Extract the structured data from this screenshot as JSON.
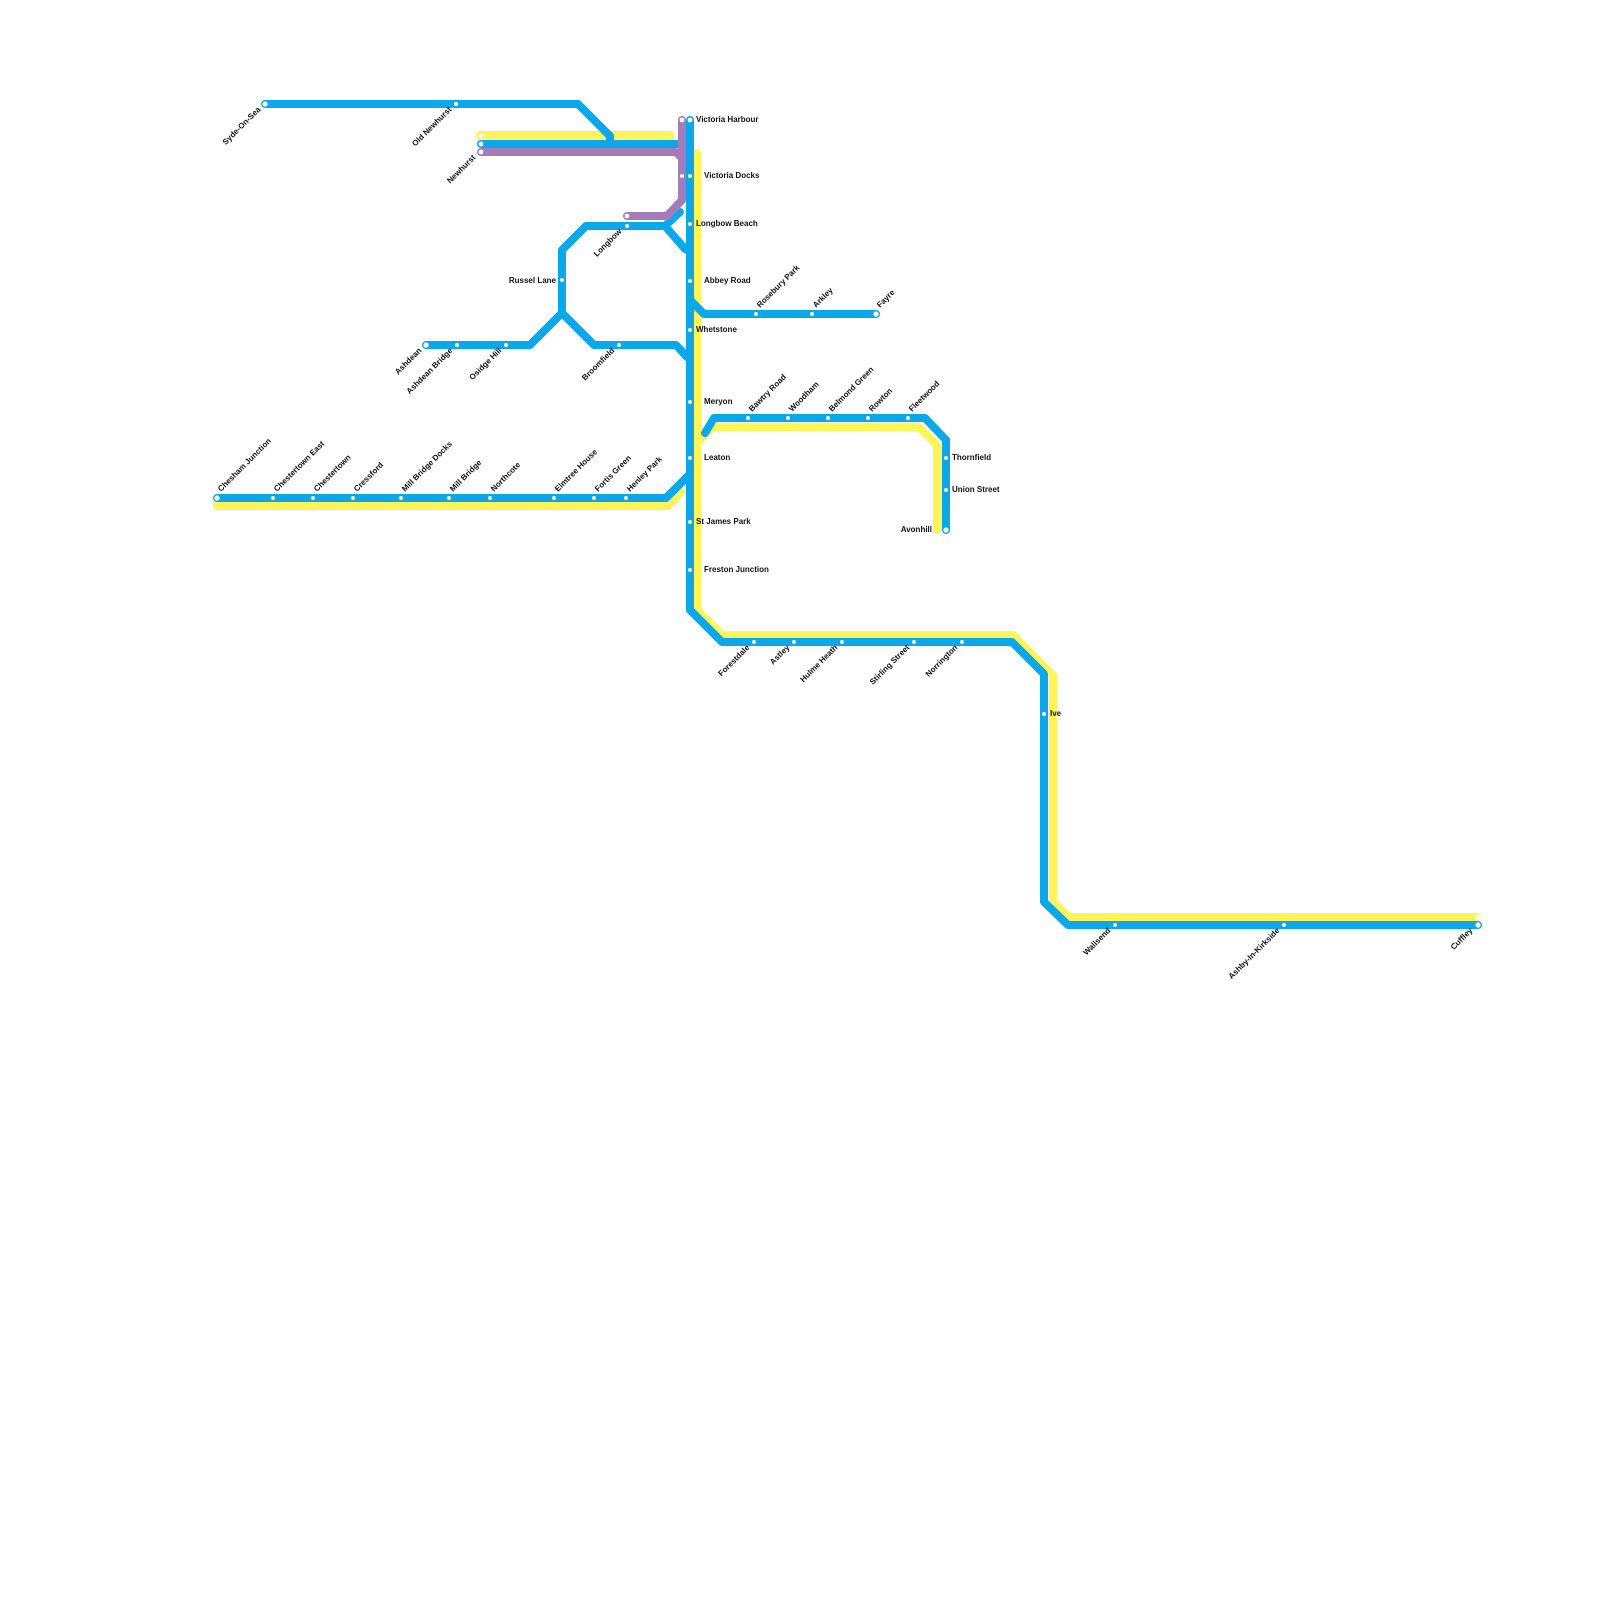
{
  "colors": {
    "blue_line": "#0AA8EA",
    "yellow_line": "#FFF559",
    "purple_line": "#A77AB8",
    "station_dot": "#ffffff",
    "text": "#111111",
    "background": "#ffffff"
  },
  "lines": [
    {
      "id": "blue",
      "color_key": "blue_line"
    },
    {
      "id": "yellow",
      "color_key": "yellow_line"
    },
    {
      "id": "purple",
      "color_key": "purple_line"
    }
  ],
  "stations": {
    "syde_on_sea": "Syde-On-Sea",
    "old_newhurst": "Old Newhurst",
    "newhurst": "Newhurst",
    "victoria_harbour": "Victoria Harbour",
    "victoria_docks": "Victoria Docks",
    "longbow": "Longbow",
    "longbow_beach": "Longbow Beach",
    "russel_lane": "Russel Lane",
    "abbey_road": "Abbey Road",
    "rosebury_park": "Rosebury Park",
    "arkley": "Arkley",
    "fayre": "Fayre",
    "whetstone": "Whetstone",
    "ashdean": "Ashdean",
    "ashdean_bridge": "Ashdean Bridge",
    "osidge_hill": "Osidge Hill",
    "broomfield": "Broomfield",
    "meryon": "Meryon",
    "bawtry_road": "Bawtry Road",
    "woodham": "Woodham",
    "belmond_green": "Belmond Green",
    "rowton": "Rowton",
    "fleetwood": "Fleetwood",
    "thornfield": "Thornfield",
    "union_street": "Union Street",
    "avonhill": "Avonhill",
    "leaton": "Leaton",
    "chesham_junction": "Chesham Junction",
    "chestertown_east": "Chestertown East",
    "chestertown": "Chestertown",
    "cressford": "Cressford",
    "mill_bridge_docks": "Mill Bridge Docks",
    "mill_bridge": "Mill Bridge",
    "northcote": "Northcote",
    "elmtree_house": "Elmtree House",
    "fortis_green": "Fortis Green",
    "henley_park": "Henley Park",
    "st_james_park": "St James Park",
    "freston_junction": "Freston Junction",
    "forestdale": "Forestdale",
    "astley": "Astley",
    "hulme_heath": "Hulme Heath",
    "stirling_street": "Stirling Street",
    "norrington": "Norrington",
    "ive": "Ive",
    "wallsend": "Wallsend",
    "ashby_in_kirkside": "Ashby-In-Kirkside",
    "cuffley": "Cuffley"
  }
}
